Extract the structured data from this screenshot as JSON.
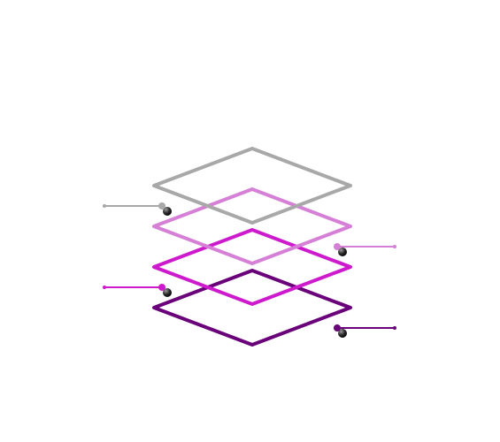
{
  "diagram": {
    "type": "stacked-layers",
    "layer_count": 4,
    "layers": [
      {
        "id": "layer-1",
        "color": "#a8a8a8",
        "callout_side": "left"
      },
      {
        "id": "layer-2",
        "color": "#d67fd6",
        "callout_side": "right"
      },
      {
        "id": "layer-3",
        "color": "#cc1acc",
        "callout_side": "left"
      },
      {
        "id": "layer-4",
        "color": "#6a007a",
        "callout_side": "right"
      }
    ]
  }
}
